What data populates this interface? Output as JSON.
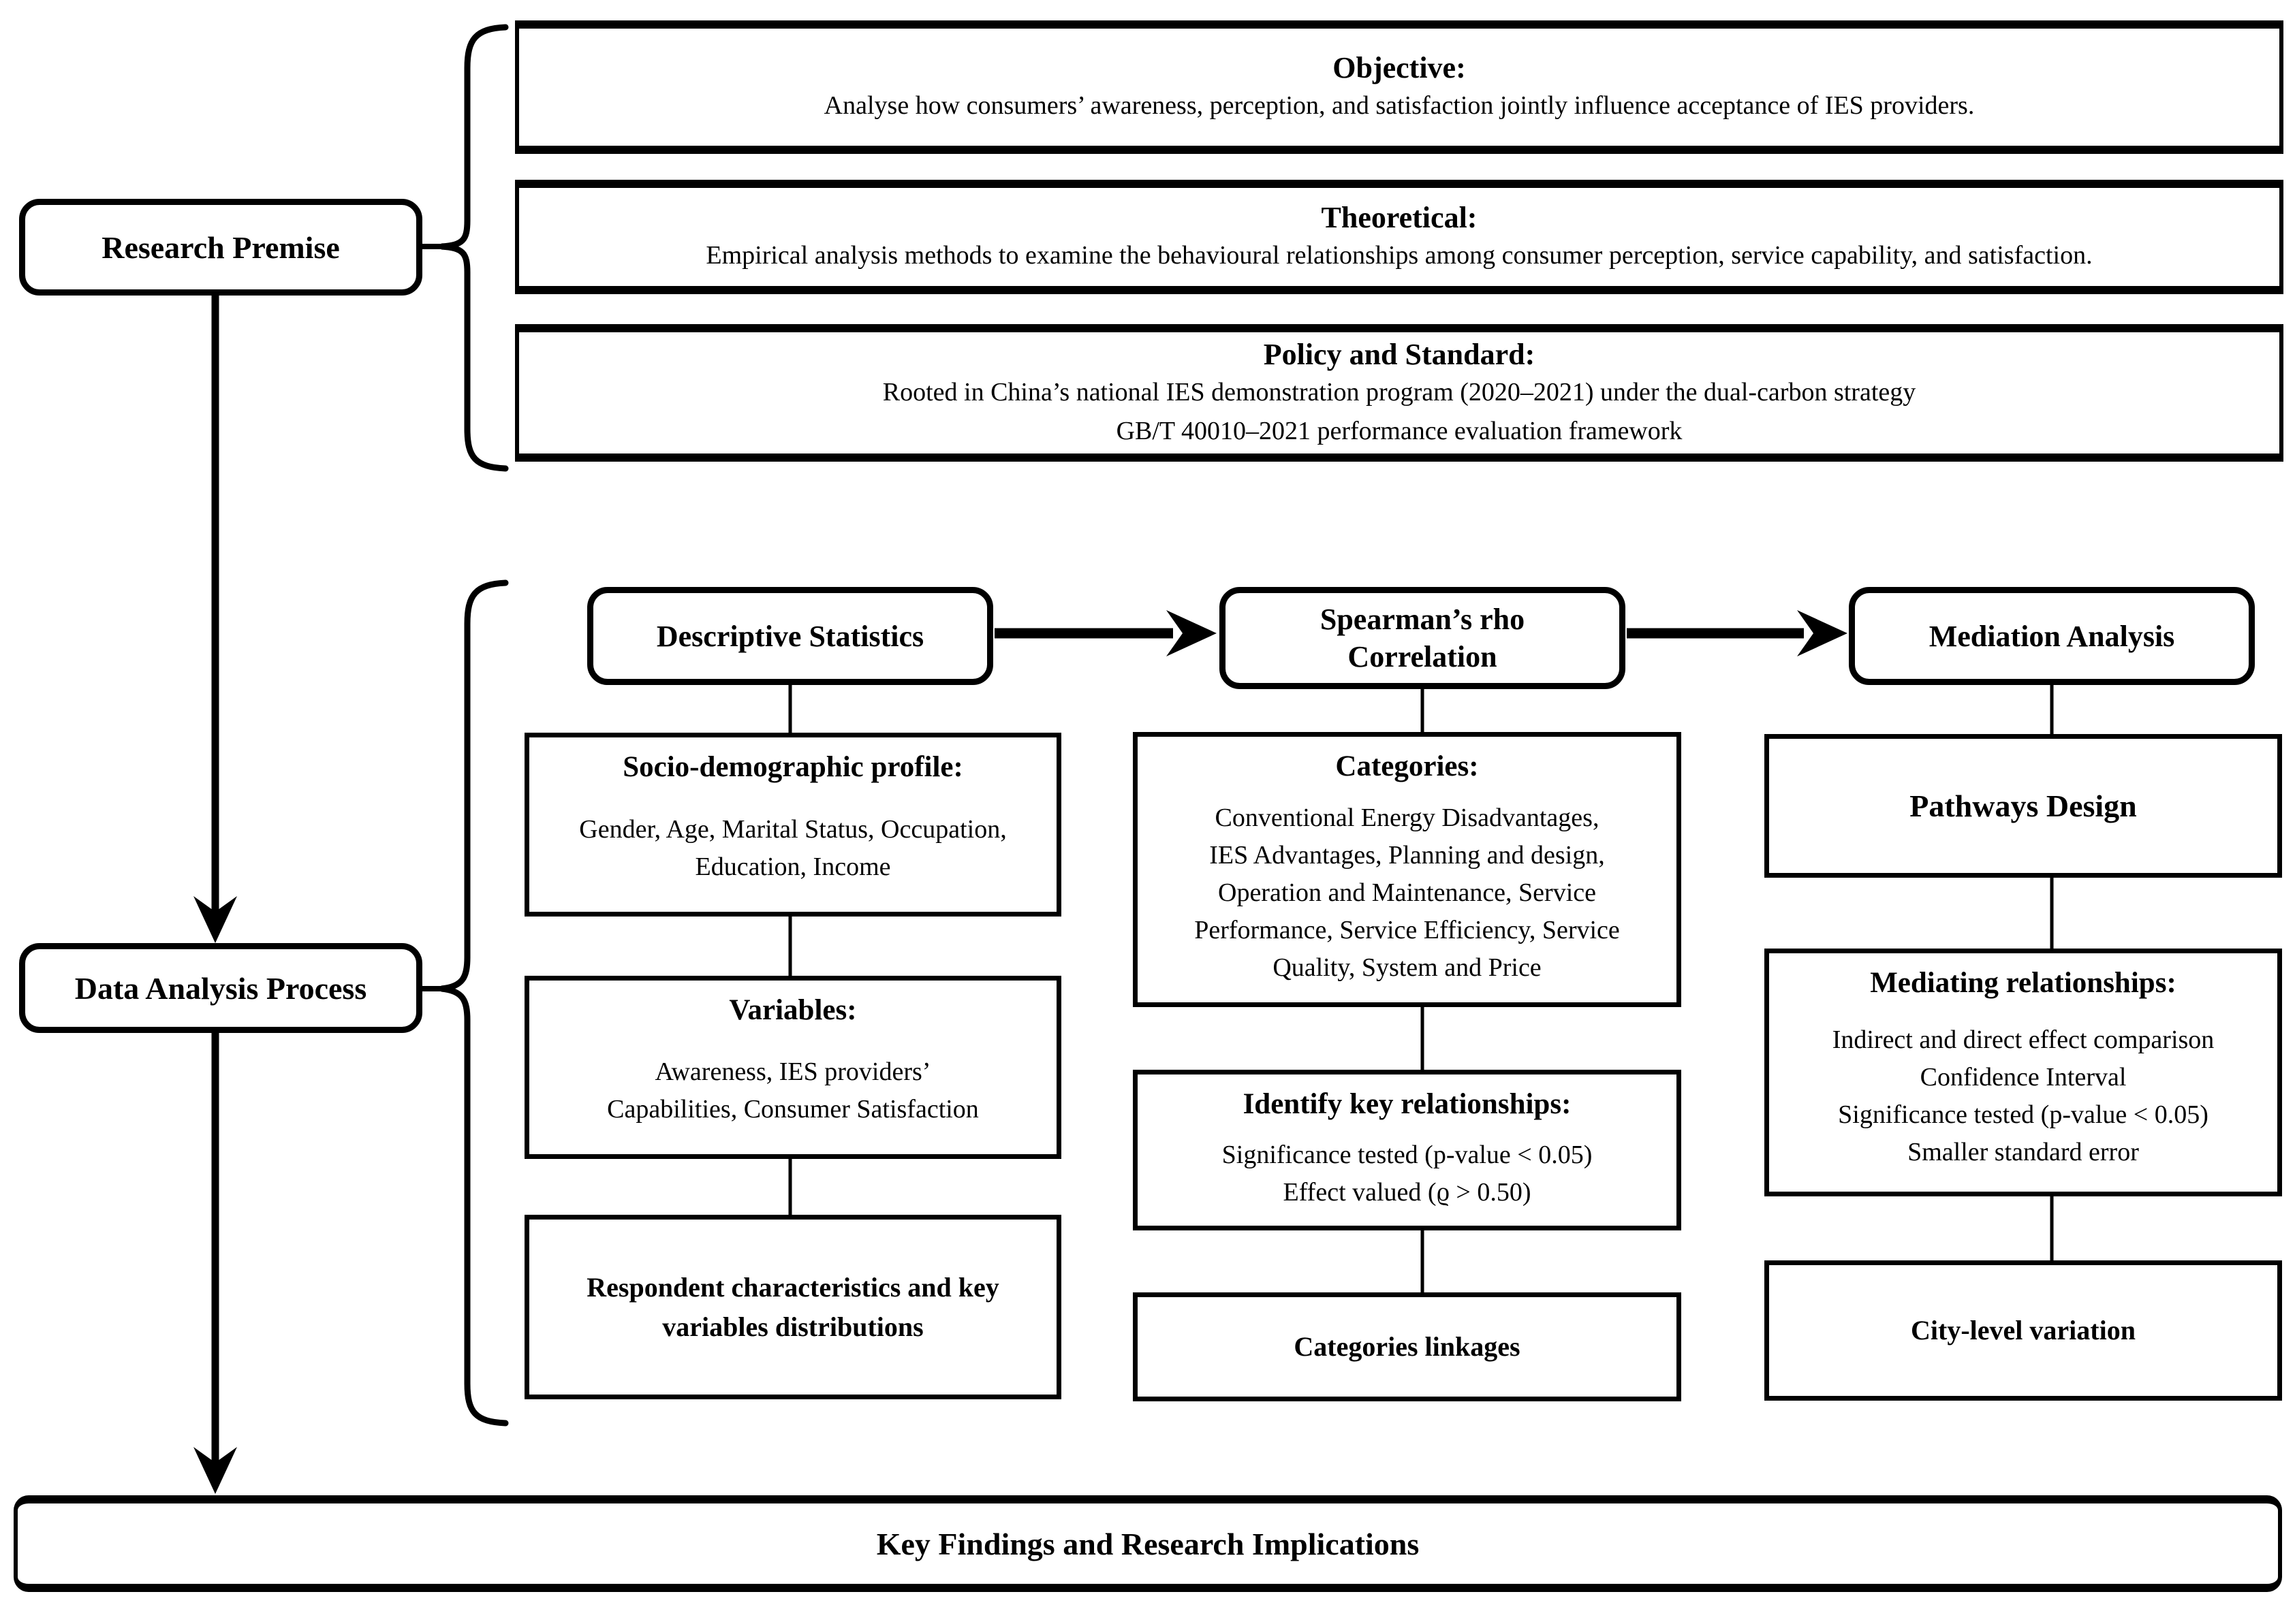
{
  "premise": {
    "label": "Research Premise",
    "objective": {
      "title": "Objective:",
      "body": "Analyse how consumers’ awareness, perception, and satisfaction jointly influence acceptance of IES providers."
    },
    "theoretical": {
      "title": "Theoretical:",
      "body": "Empirical analysis methods to examine the behavioural relationships among consumer perception, service capability, and satisfaction."
    },
    "policy": {
      "title": "Policy and Standard:",
      "body": "Rooted in China’s national IES demonstration program (2020–2021) under the dual-carbon strategy\nGB/T 40010–2021 performance evaluation framework"
    }
  },
  "process": {
    "label": "Data Analysis Process",
    "col1": {
      "header": "Descriptive Statistics",
      "socio": {
        "title": "Socio-demographic profile:",
        "body": "Gender, Age, Marital Status, Occupation,\nEducation, Income"
      },
      "variables": {
        "title": "Variables:",
        "body": "Awareness, IES providers’\nCapabilities, Consumer Satisfaction"
      },
      "outcome": "Respondent characteristics and key\nvariables distributions"
    },
    "col2": {
      "header": "Spearman’s rho\nCorrelation",
      "categories": {
        "title": "Categories:",
        "body": "Conventional Energy Disadvantages,\nIES Advantages, Planning and design,\nOperation and Maintenance, Service\nPerformance, Service Efficiency, Service\nQuality, System and Price"
      },
      "identify": {
        "title": "Identify key relationships:",
        "body": "Significance tested (p-value < 0.05)\nEffect valued (ϱ > 0.50)"
      },
      "outcome": "Categories linkages"
    },
    "col3": {
      "header": "Mediation Analysis",
      "pathways": "Pathways Design",
      "mediating": {
        "title": "Mediating relationships:",
        "body": "Indirect and direct effect comparison\nConfidence Interval\nSignificance tested (p-value < 0.05)\nSmaller standard error"
      },
      "outcome": "City-level variation"
    }
  },
  "footer": {
    "label": "Key Findings and Research Implications"
  }
}
